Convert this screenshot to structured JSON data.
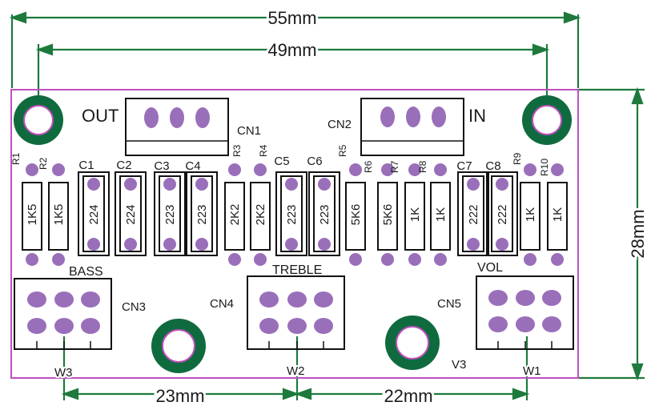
{
  "dimensions": {
    "overall_width": "55mm",
    "hole_spacing": "49mm",
    "height": "28mm",
    "w3_to_w2": "23mm",
    "w2_to_w1": "22mm"
  },
  "connectors": {
    "out_label": "OUT",
    "in_label": "IN",
    "cn1": "CN1",
    "cn2": "CN2",
    "cn3": "CN3",
    "cn4": "CN4",
    "cn5": "CN5"
  },
  "pots": {
    "bass": "BASS",
    "treble": "TREBLE",
    "vol": "VOL",
    "w1": "W1",
    "w2": "W2",
    "w3": "W3",
    "v3": "V3"
  },
  "components": [
    {
      "ref": "R1",
      "value": "1K5",
      "kind": "resistor"
    },
    {
      "ref": "R2",
      "value": "1K5",
      "kind": "resistor"
    },
    {
      "ref": "C1",
      "value": "224",
      "kind": "capacitor"
    },
    {
      "ref": "C2",
      "value": "224",
      "kind": "capacitor"
    },
    {
      "ref": "C3",
      "value": "223",
      "kind": "capacitor"
    },
    {
      "ref": "C4",
      "value": "223",
      "kind": "capacitor"
    },
    {
      "ref": "R3",
      "value": "2K2",
      "kind": "resistor"
    },
    {
      "ref": "R4",
      "value": "2K2",
      "kind": "resistor"
    },
    {
      "ref": "C5",
      "value": "223",
      "kind": "capacitor"
    },
    {
      "ref": "C6",
      "value": "223",
      "kind": "capacitor"
    },
    {
      "ref": "R5",
      "value": "5K6",
      "kind": "resistor"
    },
    {
      "ref": "R6",
      "value": "5K6",
      "kind": "resistor"
    },
    {
      "ref": "R7",
      "value": "1K",
      "kind": "resistor"
    },
    {
      "ref": "R8",
      "value": "1K",
      "kind": "resistor"
    },
    {
      "ref": "C7",
      "value": "222",
      "kind": "capacitor"
    },
    {
      "ref": "C8",
      "value": "222",
      "kind": "capacitor"
    },
    {
      "ref": "R9",
      "value": "1K",
      "kind": "resistor"
    },
    {
      "ref": "R10",
      "value": "1K",
      "kind": "resistor"
    }
  ],
  "colors": {
    "board_outline": "#c050c0",
    "copper": "#0f6b3e",
    "pad": "#9a6fba",
    "dimension": "#1d7a3c",
    "text": "#1a1a1a"
  }
}
